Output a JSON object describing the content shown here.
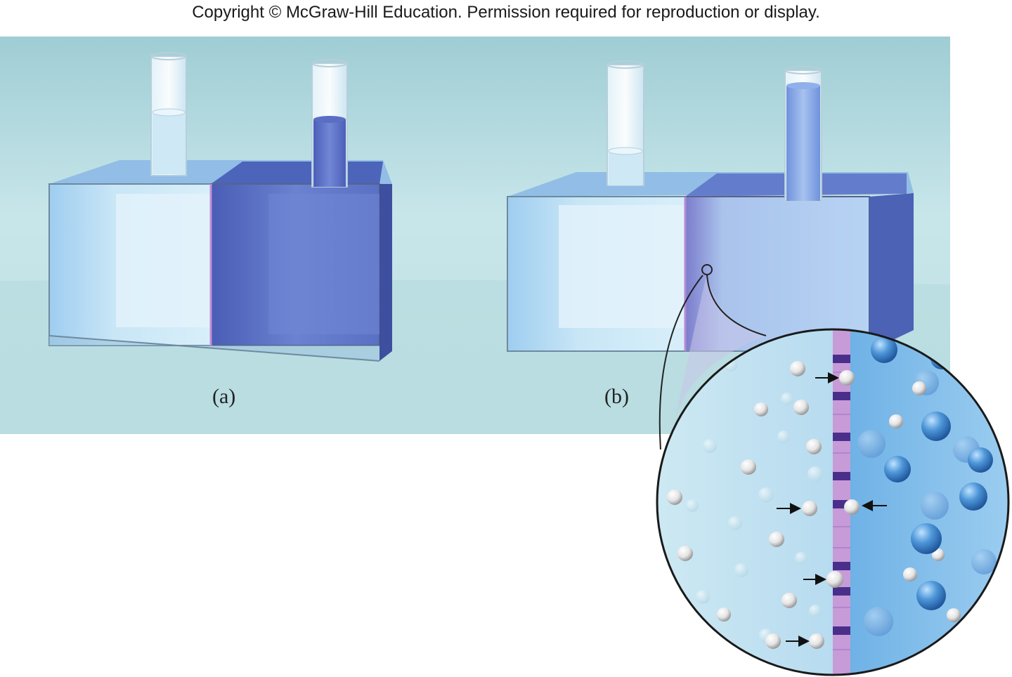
{
  "header": {
    "copyright": "Copyright © McGraw-Hill Education. Permission required for reproduction or display."
  },
  "panels": {
    "a_label": "(a)",
    "b_label": "(b)"
  },
  "colors": {
    "background_panel": "#bfe2e6",
    "pure_water": "#b8dcf0",
    "solution": "#4f63b9",
    "membrane": "#c08ad8",
    "solute_particle": "#4d8fd0",
    "water_particle": "#f2f2f2"
  }
}
